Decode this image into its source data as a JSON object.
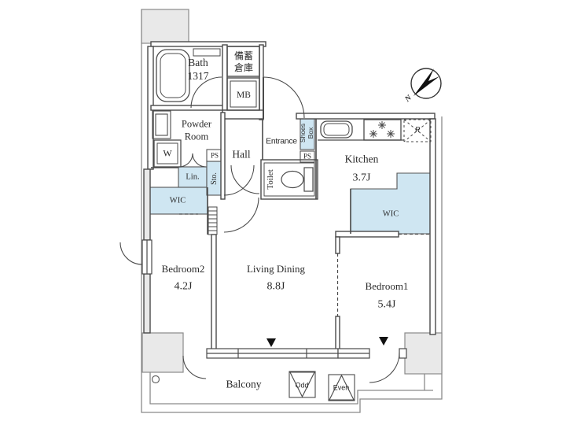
{
  "plan_title": "apartment-floor-plan",
  "compass": {
    "north_label": "N"
  },
  "rooms": {
    "bath": {
      "label": "Bath 1317"
    },
    "emergency_storage": {
      "label": "備蓄倉庫"
    },
    "meter_box": {
      "label": "MB"
    },
    "powder_room": {
      "label": "Powder Room"
    },
    "washer": {
      "label": "W"
    },
    "linen": {
      "label": "Lin."
    },
    "wic_left": {
      "label": "WIC"
    },
    "storage": {
      "label": "Sto."
    },
    "pipe_space_left": {
      "label": "PS"
    },
    "hall": {
      "label": "Hall"
    },
    "entrance": {
      "label": "Entrance"
    },
    "shoes_box": {
      "label": "Shoes Box"
    },
    "pipe_space_right": {
      "label": "PS"
    },
    "toilet": {
      "label": "Toilet"
    },
    "kitchen": {
      "label": "Kitchen",
      "size": "3.7J"
    },
    "refrigerator_space": {
      "label": "R"
    },
    "wic_right": {
      "label": "WIC"
    },
    "bedroom2": {
      "label": "Bedroom2",
      "size": "4.2J"
    },
    "living_dining": {
      "label": "Living Dining",
      "size": "8.8J"
    },
    "bedroom1": {
      "label": "Bedroom1",
      "size": "5.4J"
    },
    "balcony": {
      "label": "Balcony"
    }
  },
  "markers": {
    "odd": "Odd",
    "even": "Even"
  },
  "colors": {
    "storage_fill": "#cfe6f2",
    "wall_fill": "#e9e9e9",
    "line": "#555555"
  }
}
